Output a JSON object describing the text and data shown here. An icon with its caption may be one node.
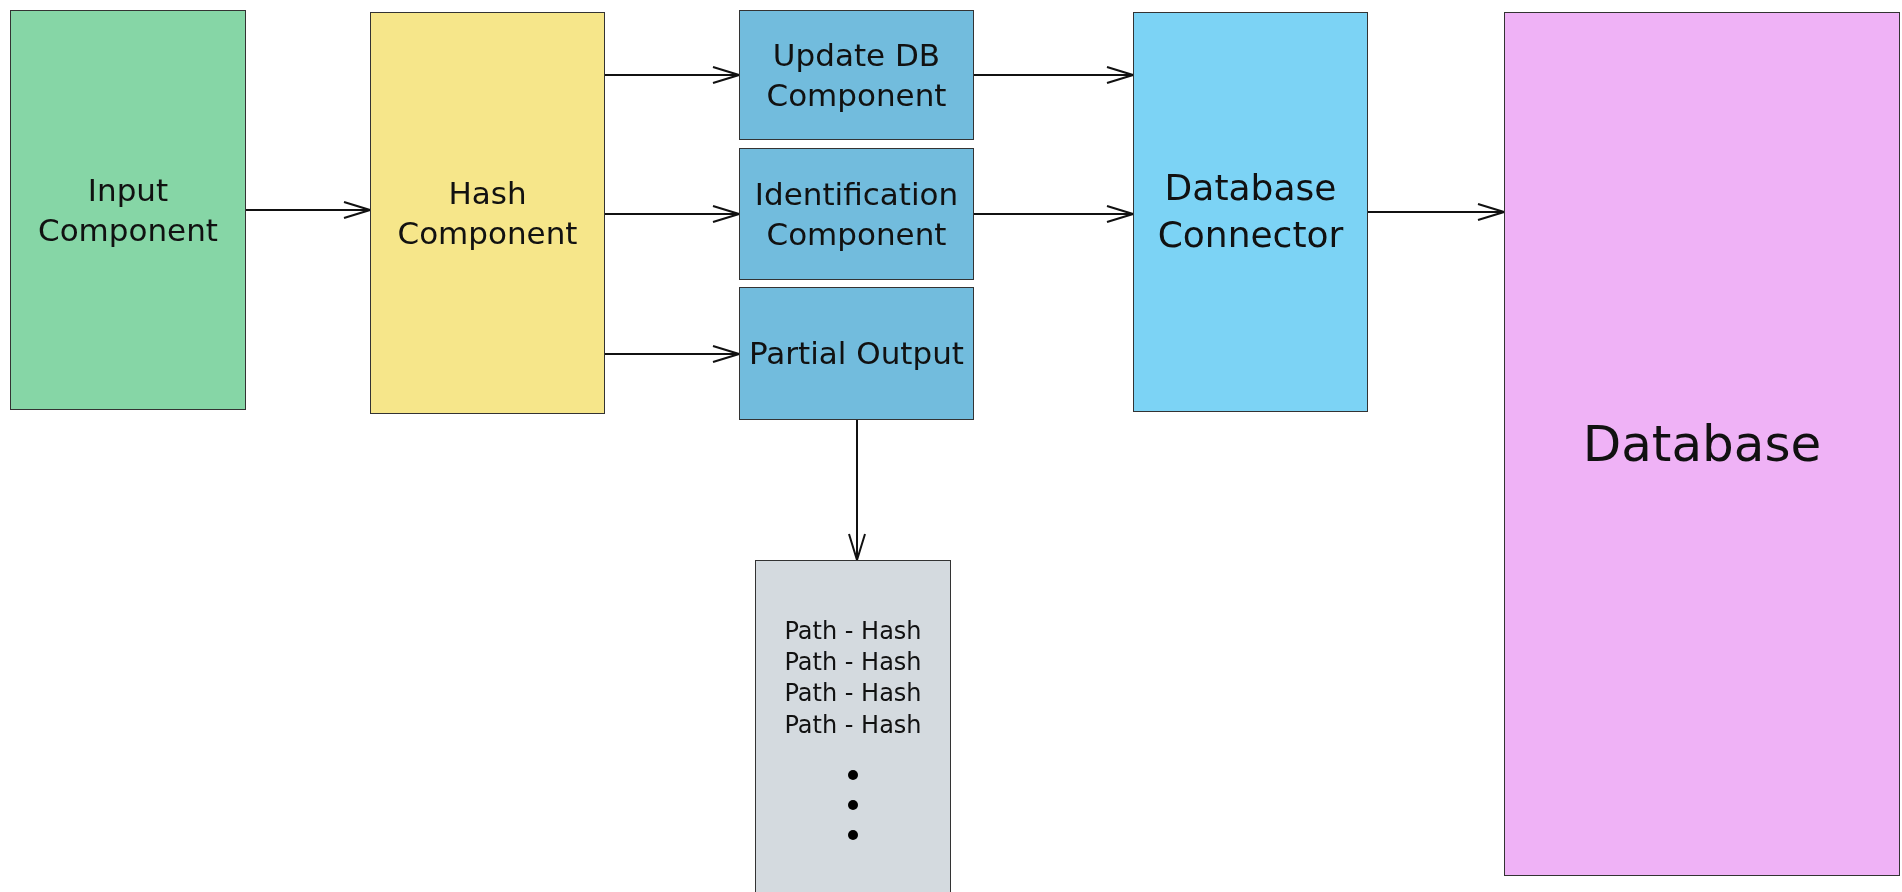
{
  "diagram": {
    "nodes": [
      {
        "text": [
          "Input Component"
        ]
      },
      {
        "text": [
          "Hash Component"
        ]
      },
      {
        "text": [
          "Update DB Component"
        ]
      },
      {
        "text": [
          "Identification Component"
        ]
      },
      {
        "text": [
          "Partial Output"
        ]
      },
      {
        "text": [
          "Database Connector"
        ]
      },
      {
        "text": [
          "Database"
        ]
      },
      {
        "text": [
          "Path - Hash",
          "Path - Hash",
          "Path - Hash",
          "Path - Hash"
        ]
      }
    ],
    "edges": [
      {
        "from": 0,
        "to": 1,
        "arrow": "to"
      },
      {
        "from": 1,
        "to": 2,
        "arrow": "to"
      },
      {
        "from": 1,
        "to": 3,
        "arrow": "to"
      },
      {
        "from": 1,
        "to": 4,
        "arrow": "to"
      },
      {
        "from": 2,
        "to": 5,
        "arrow": "to"
      },
      {
        "from": 3,
        "to": 5,
        "arrow": "to"
      },
      {
        "from": 5,
        "to": 6,
        "arrow": "to"
      },
      {
        "from": 4,
        "to": 7,
        "arrow": "to"
      }
    ]
  }
}
